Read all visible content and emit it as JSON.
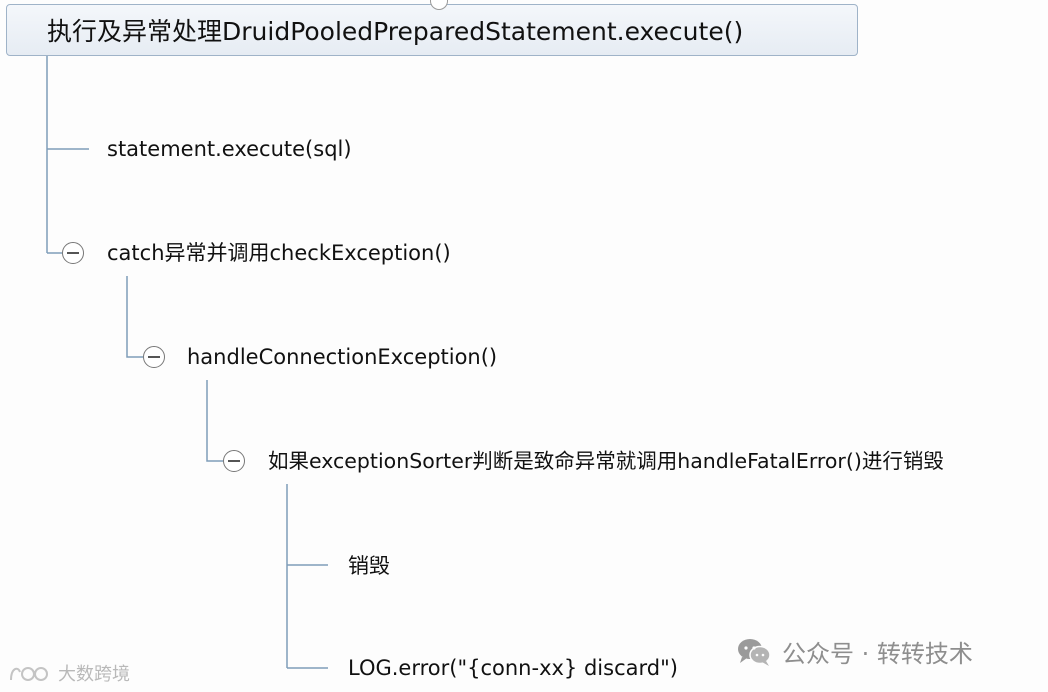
{
  "root": {
    "label": "执行及异常处理DruidPooledPreparedStatement.execute()"
  },
  "nodes": {
    "execute": "statement.execute(sql)",
    "catch": "catch异常并调用checkException()",
    "handle_connection": "handleConnectionException()",
    "fatal_check": "如果exceptionSorter判断是致命异常就调用handleFatalError()进行销毁",
    "destroy": "销毁",
    "log_error": "LOG.error(\"{conn-xx} discard\")"
  },
  "watermarks": {
    "right_text": "公众号 · 转转技术",
    "left_text": "大数跨境",
    "right_icon": "wechat-icon",
    "left_icon": "logo-mark"
  },
  "colors": {
    "connector": "#7f9db9",
    "root_border": "#9fb3c8",
    "watermark": "#8e8e8e"
  }
}
